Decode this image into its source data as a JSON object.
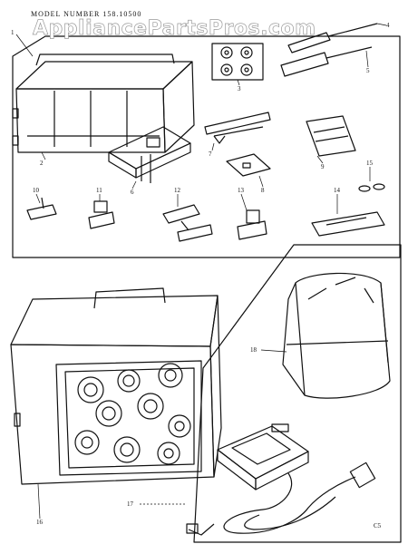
{
  "header": {
    "model_label": "MODEL NUMBER 158.10500"
  },
  "watermark": {
    "text": "AppliancePartsPros.com"
  },
  "callouts": {
    "c1": "1",
    "c2": "2",
    "c3": "3",
    "c4": "4",
    "c5": "5",
    "c6": "6",
    "c7": "7",
    "c8": "8",
    "c9": "9",
    "c10": "10",
    "c11": "11",
    "c12": "12",
    "c13": "13",
    "c14": "14",
    "c15": "15",
    "c16": "16",
    "c17": "17",
    "c18": "18"
  },
  "corner_code": "C5",
  "colors": {
    "ink": "#111111",
    "paper": "#ffffff",
    "watermark_outline": "#9a9a9a"
  }
}
